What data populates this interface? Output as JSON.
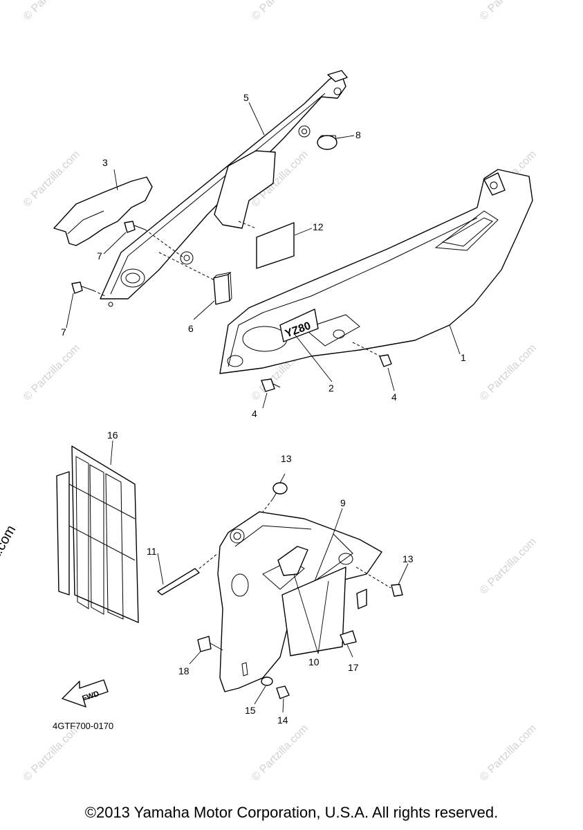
{
  "diagram": {
    "code": "4GTF700-0170",
    "copyright": "©2013 Yamaha Motor Corporation, U.S.A. All rights reserved.",
    "watermark": "© Partzilla.com",
    "fwd_label": "FWD",
    "logo_text": "YZ80"
  },
  "callouts": [
    "1",
    "2",
    "3",
    "4",
    "4",
    "5",
    "6",
    "7",
    "7",
    "8",
    "9",
    "10",
    "11",
    "12",
    "13",
    "13",
    "14",
    "15",
    "16",
    "17",
    "18"
  ]
}
